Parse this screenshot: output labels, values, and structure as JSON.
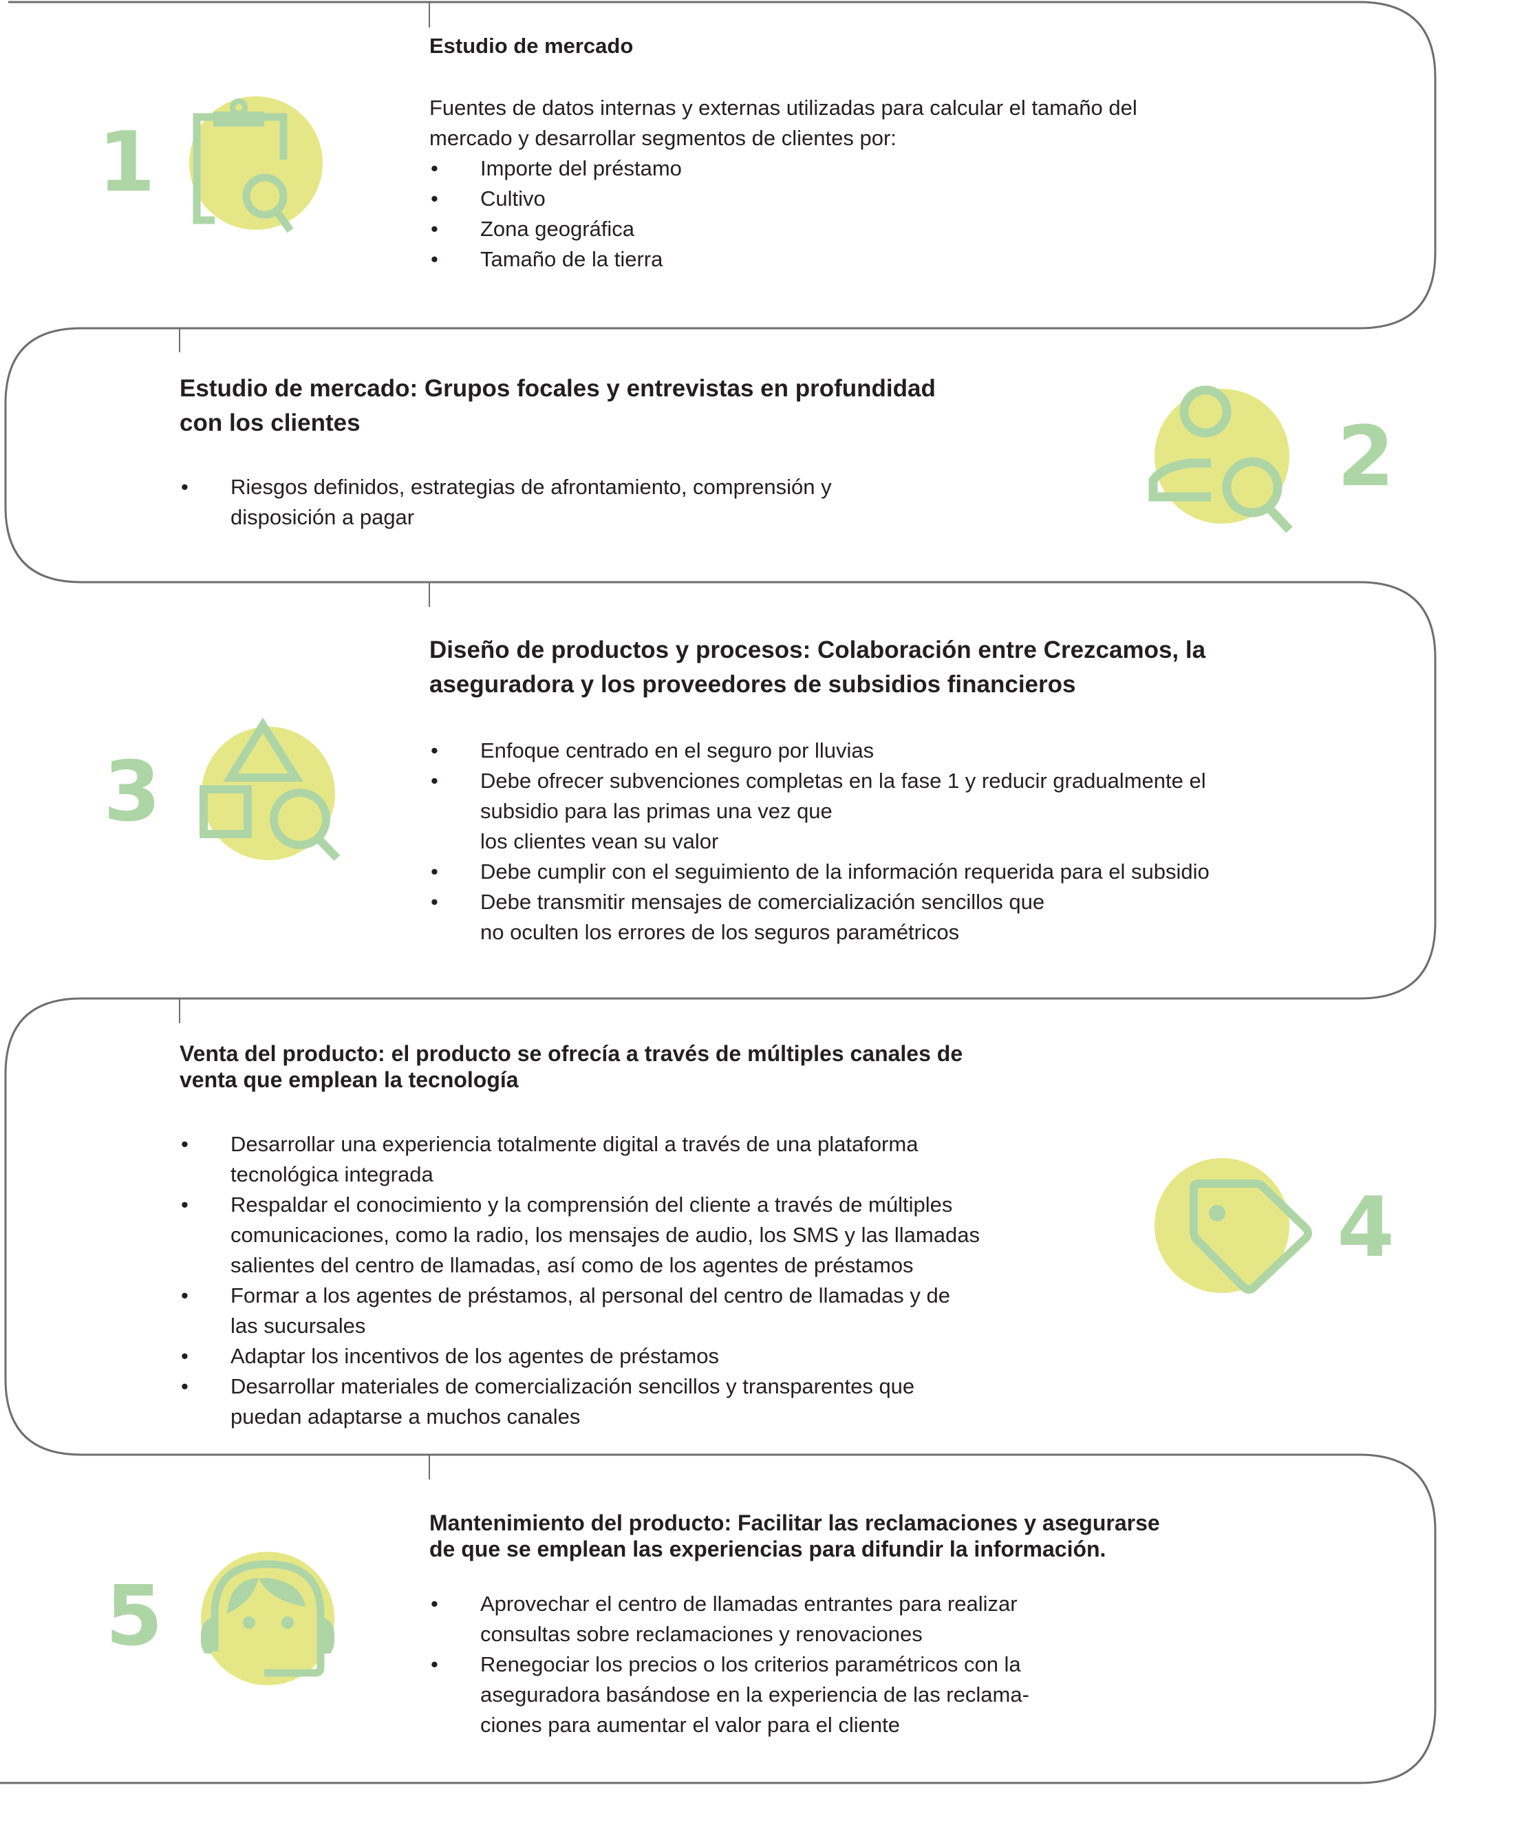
{
  "colors": {
    "outline": "#6e6e6e",
    "circle": "#e5e786",
    "icon_stroke": "#aed5a6",
    "number": "#aed5a6",
    "text": "#231f20"
  },
  "steps": [
    {
      "number": "1",
      "icon": "clipboard-search-icon",
      "title": "Estudio de mercado",
      "intro": [
        "Fuentes de datos internas y externas utilizadas para calcular el tamaño del",
        "mercado y desarrollar segmentos de clientes por:"
      ],
      "bullets": [
        {
          "lines": [
            "Importe del préstamo"
          ]
        },
        {
          "lines": [
            "Cultivo"
          ]
        },
        {
          "lines": [
            "Zona geográfica"
          ]
        },
        {
          "lines": [
            "Tamaño de la tierra"
          ]
        }
      ]
    },
    {
      "number": "2",
      "icon": "user-search-icon",
      "title_lines": [
        "Estudio de mercado: Grupos focales y entrevistas en profundidad",
        "con los clientes"
      ],
      "bullets": [
        {
          "lines": [
            "Riesgos definidos, estrategias de afrontamiento, comprensión y",
            "disposición a pagar"
          ]
        }
      ]
    },
    {
      "number": "3",
      "icon": "shapes-search-icon",
      "title_lines": [
        "Diseño de productos y procesos: Colaboración entre Crezcamos, la",
        "aseguradora y los proveedores de subsidios financieros"
      ],
      "bullets": [
        {
          "lines": [
            "Enfoque centrado en el seguro por lluvias"
          ]
        },
        {
          "lines": [
            "Debe ofrecer subvenciones completas en la fase 1 y reducir gradualmente el",
            "subsidio para las primas una vez que",
            "los clientes vean su valor"
          ]
        },
        {
          "lines": [
            "Debe cumplir con el seguimiento de la información requerida para el subsidio"
          ]
        },
        {
          "lines": [
            "Debe transmitir mensajes de comercialización sencillos que",
            "no oculten los errores de los seguros paramétricos"
          ]
        }
      ]
    },
    {
      "number": "4",
      "icon": "price-tag-icon",
      "title_lines": [
        "Venta del producto: el producto se ofrecía a través de múltiples canales de",
        "venta que emplean la tecnología"
      ],
      "bullets": [
        {
          "lines": [
            "Desarrollar una experiencia totalmente digital a través de una plataforma",
            "tecnológica integrada"
          ]
        },
        {
          "lines": [
            "Respaldar el conocimiento y la comprensión del cliente a través de múltiples",
            "comunicaciones, como la radio, los mensajes de audio, los SMS y las llamadas",
            "salientes del centro de llamadas, así como de los agentes de préstamos"
          ]
        },
        {
          "lines": [
            "Formar a los agentes de préstamos, al personal del centro de llamadas y de",
            "las sucursales"
          ]
        },
        {
          "lines": [
            "Adaptar los incentivos de los agentes de préstamos"
          ]
        },
        {
          "lines": [
            "Desarrollar materiales de comercialización sencillos y transparentes que",
            "puedan adaptarse a muchos canales"
          ]
        }
      ]
    },
    {
      "number": "5",
      "icon": "headset-agent-icon",
      "title_lines": [
        "Mantenimiento del producto: Facilitar las reclamaciones y asegurarse",
        "de que se emplean las experiencias para difundir la información."
      ],
      "bullets": [
        {
          "lines": [
            "Aprovechar el centro de llamadas entrantes para realizar",
            "consultas sobre reclamaciones y renovaciones"
          ]
        },
        {
          "lines": [
            "Renegociar los precios o los criterios paramétricos con la",
            "aseguradora basándose en la experiencia de las reclama-",
            "ciones para aumentar el valor para el cliente"
          ]
        }
      ]
    }
  ],
  "bullet_glyph": "•"
}
